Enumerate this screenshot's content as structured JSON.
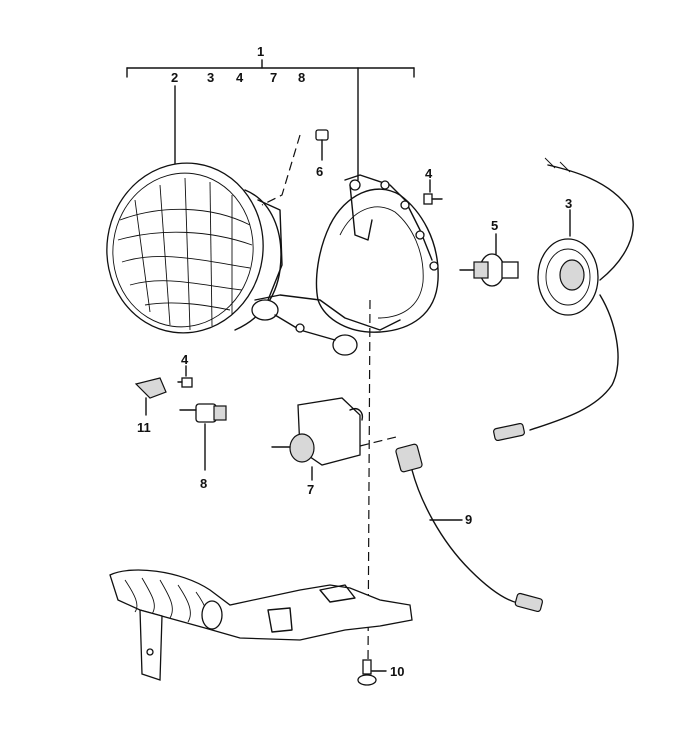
{
  "callouts": {
    "c1": "1",
    "c2": "2",
    "c3_top": "3",
    "c4_top": "4",
    "c7_top": "7",
    "c8_top": "8",
    "c6": "6",
    "c4_screw": "4",
    "c5": "5",
    "c3_socket": "3",
    "c4_small": "4",
    "c11": "11",
    "c8": "8",
    "c7": "7",
    "c9": "9",
    "c10": "10"
  }
}
